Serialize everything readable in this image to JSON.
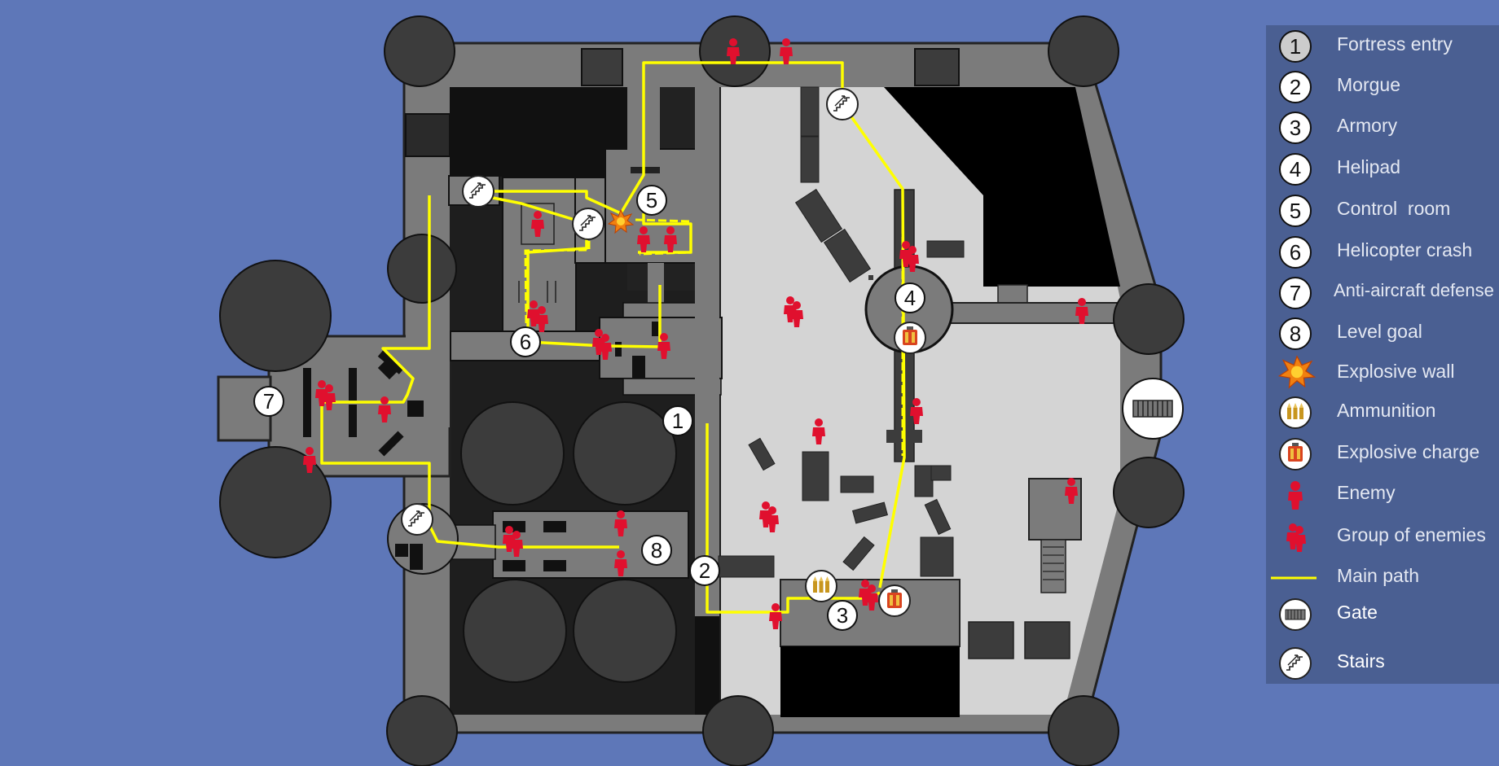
{
  "map": {
    "title": "",
    "background_color": "#5e77b8",
    "colors": {
      "wall": "#7b7b7b",
      "tower": "#3c3c3c",
      "dark_room": "#1e1e1e",
      "courtyard": "#d4d4d4",
      "path": "#ffff00",
      "enemy": "#e0102e"
    },
    "waypoints": [
      {
        "number": "1",
        "name": "Fortress entry"
      },
      {
        "number": "2",
        "name": "Morgue"
      },
      {
        "number": "3",
        "name": "Armory"
      },
      {
        "number": "4",
        "name": "Helipad"
      },
      {
        "number": "5",
        "name": "Control room"
      },
      {
        "number": "6",
        "name": "Helicopter crash"
      },
      {
        "number": "7",
        "name": "Anti-aircraft defense"
      },
      {
        "number": "8",
        "name": "Level goal"
      }
    ]
  },
  "legend": {
    "items": [
      {
        "icon": "number-1-icon",
        "number": "1",
        "label": "Fortress entry"
      },
      {
        "icon": "number-2-icon",
        "number": "2",
        "label": "Morgue"
      },
      {
        "icon": "number-3-icon",
        "number": "3",
        "label": "Armory"
      },
      {
        "icon": "number-4-icon",
        "number": "4",
        "label": "Helipad"
      },
      {
        "icon": "number-5-icon",
        "number": "5",
        "label": "Control  room"
      },
      {
        "icon": "number-6-icon",
        "number": "6",
        "label": "Helicopter crash"
      },
      {
        "icon": "number-7-icon",
        "number": "7",
        "label": "Anti-aircraft defense"
      },
      {
        "icon": "number-8-icon",
        "number": "8",
        "label": "Level goal"
      },
      {
        "icon": "explosion-icon",
        "label": "Explosive wall"
      },
      {
        "icon": "ammunition-icon",
        "label": "Ammunition"
      },
      {
        "icon": "explosive-charge-icon",
        "label": "Explosive charge"
      },
      {
        "icon": "enemy-icon",
        "label": "Enemy"
      },
      {
        "icon": "enemy-group-icon",
        "label": "Group of enemies"
      },
      {
        "icon": "path-line-icon",
        "label": "Main path"
      },
      {
        "icon": "gate-icon",
        "label": "Gate"
      },
      {
        "icon": "stairs-icon",
        "label": "Stairs"
      }
    ]
  }
}
